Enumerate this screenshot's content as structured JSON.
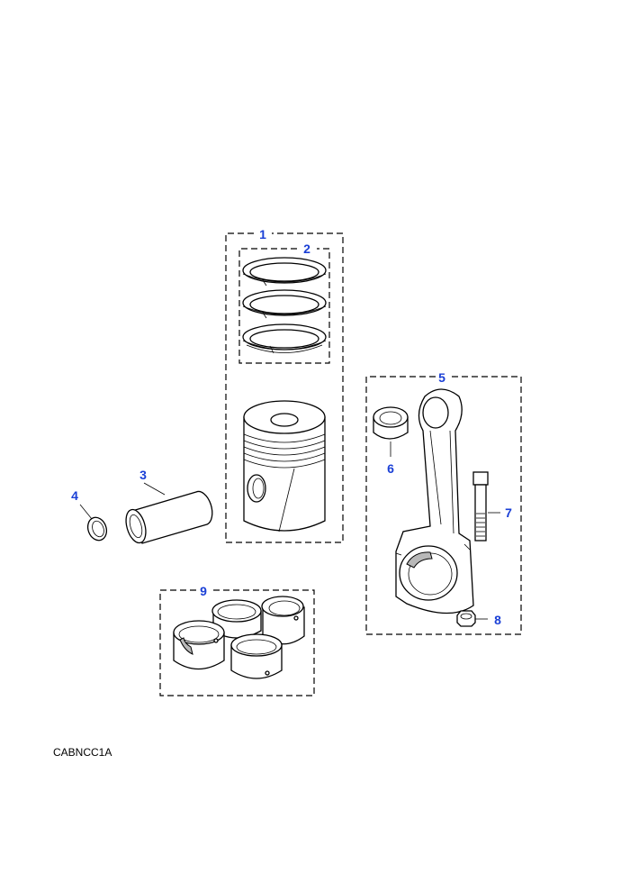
{
  "callouts": [
    {
      "id": "1",
      "label": "1"
    },
    {
      "id": "2",
      "label": "2"
    },
    {
      "id": "3",
      "label": "3"
    },
    {
      "id": "4",
      "label": "4"
    },
    {
      "id": "5",
      "label": "5"
    },
    {
      "id": "6",
      "label": "6"
    },
    {
      "id": "7",
      "label": "7"
    },
    {
      "id": "8",
      "label": "8"
    },
    {
      "id": "9",
      "label": "9"
    }
  ],
  "caption": "CABNCC1A",
  "colors": {
    "callout": "#1a3fd6",
    "line": "#000000",
    "shade": "#b8b8b8"
  }
}
